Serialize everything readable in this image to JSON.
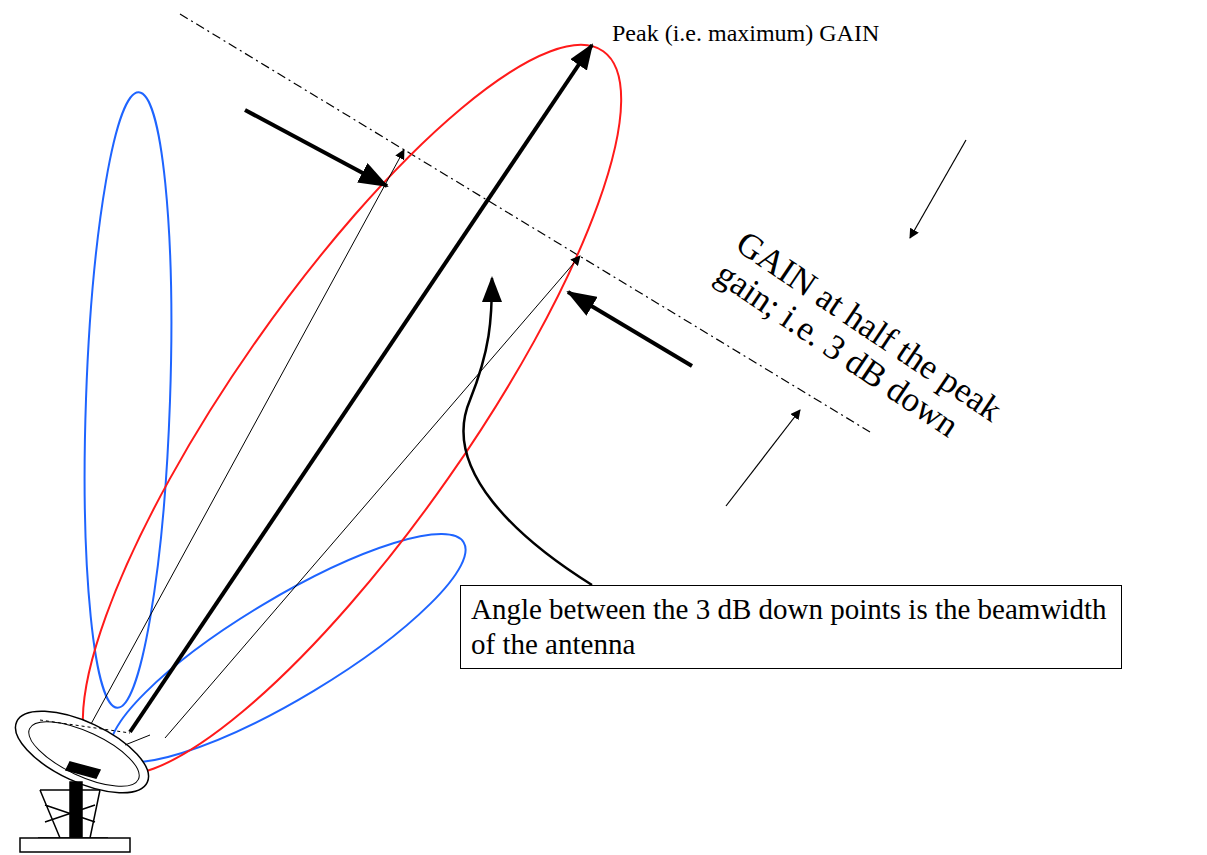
{
  "diagram": {
    "nodes": [
      {
        "text": [
          "Angle between the 3 dB down points is the beamwidth of the antenna"
        ]
      }
    ],
    "labels": [
      "Peak (i.e. maximum) GAIN",
      "GAIN at half the peak gain; i.e. 3 dB down"
    ]
  }
}
